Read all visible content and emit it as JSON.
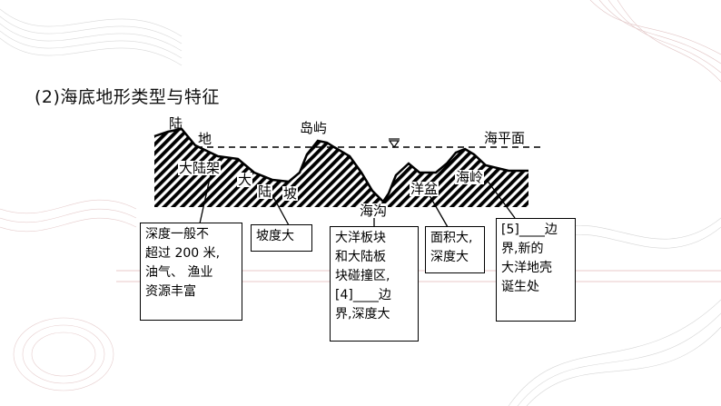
{
  "heading": "(2)海底地形类型与特征",
  "labels": {
    "land_1": "陆",
    "land_2": "地",
    "island": "岛屿",
    "sea_level": "海平面",
    "shelf": "大陆架",
    "slope_1": "大",
    "slope_2": "陆",
    "slope_3": "坡",
    "trench": "海沟",
    "basin": "洋盆",
    "ridge": "海岭"
  },
  "boxes": {
    "shelf": [
      "深度一般不",
      "超过 200 米,",
      "油气、 渔业",
      "资源丰富"
    ],
    "slope": [
      "坡度大"
    ],
    "trench": [
      "大洋板块",
      "和大陆板",
      "块碰撞区,",
      "[4]____边",
      "界,深度大"
    ],
    "basin": [
      "面积大,",
      "深度大"
    ],
    "ridge": [
      "[5]____边",
      "界,新的",
      "大洋地壳",
      "诞生处"
    ]
  }
}
